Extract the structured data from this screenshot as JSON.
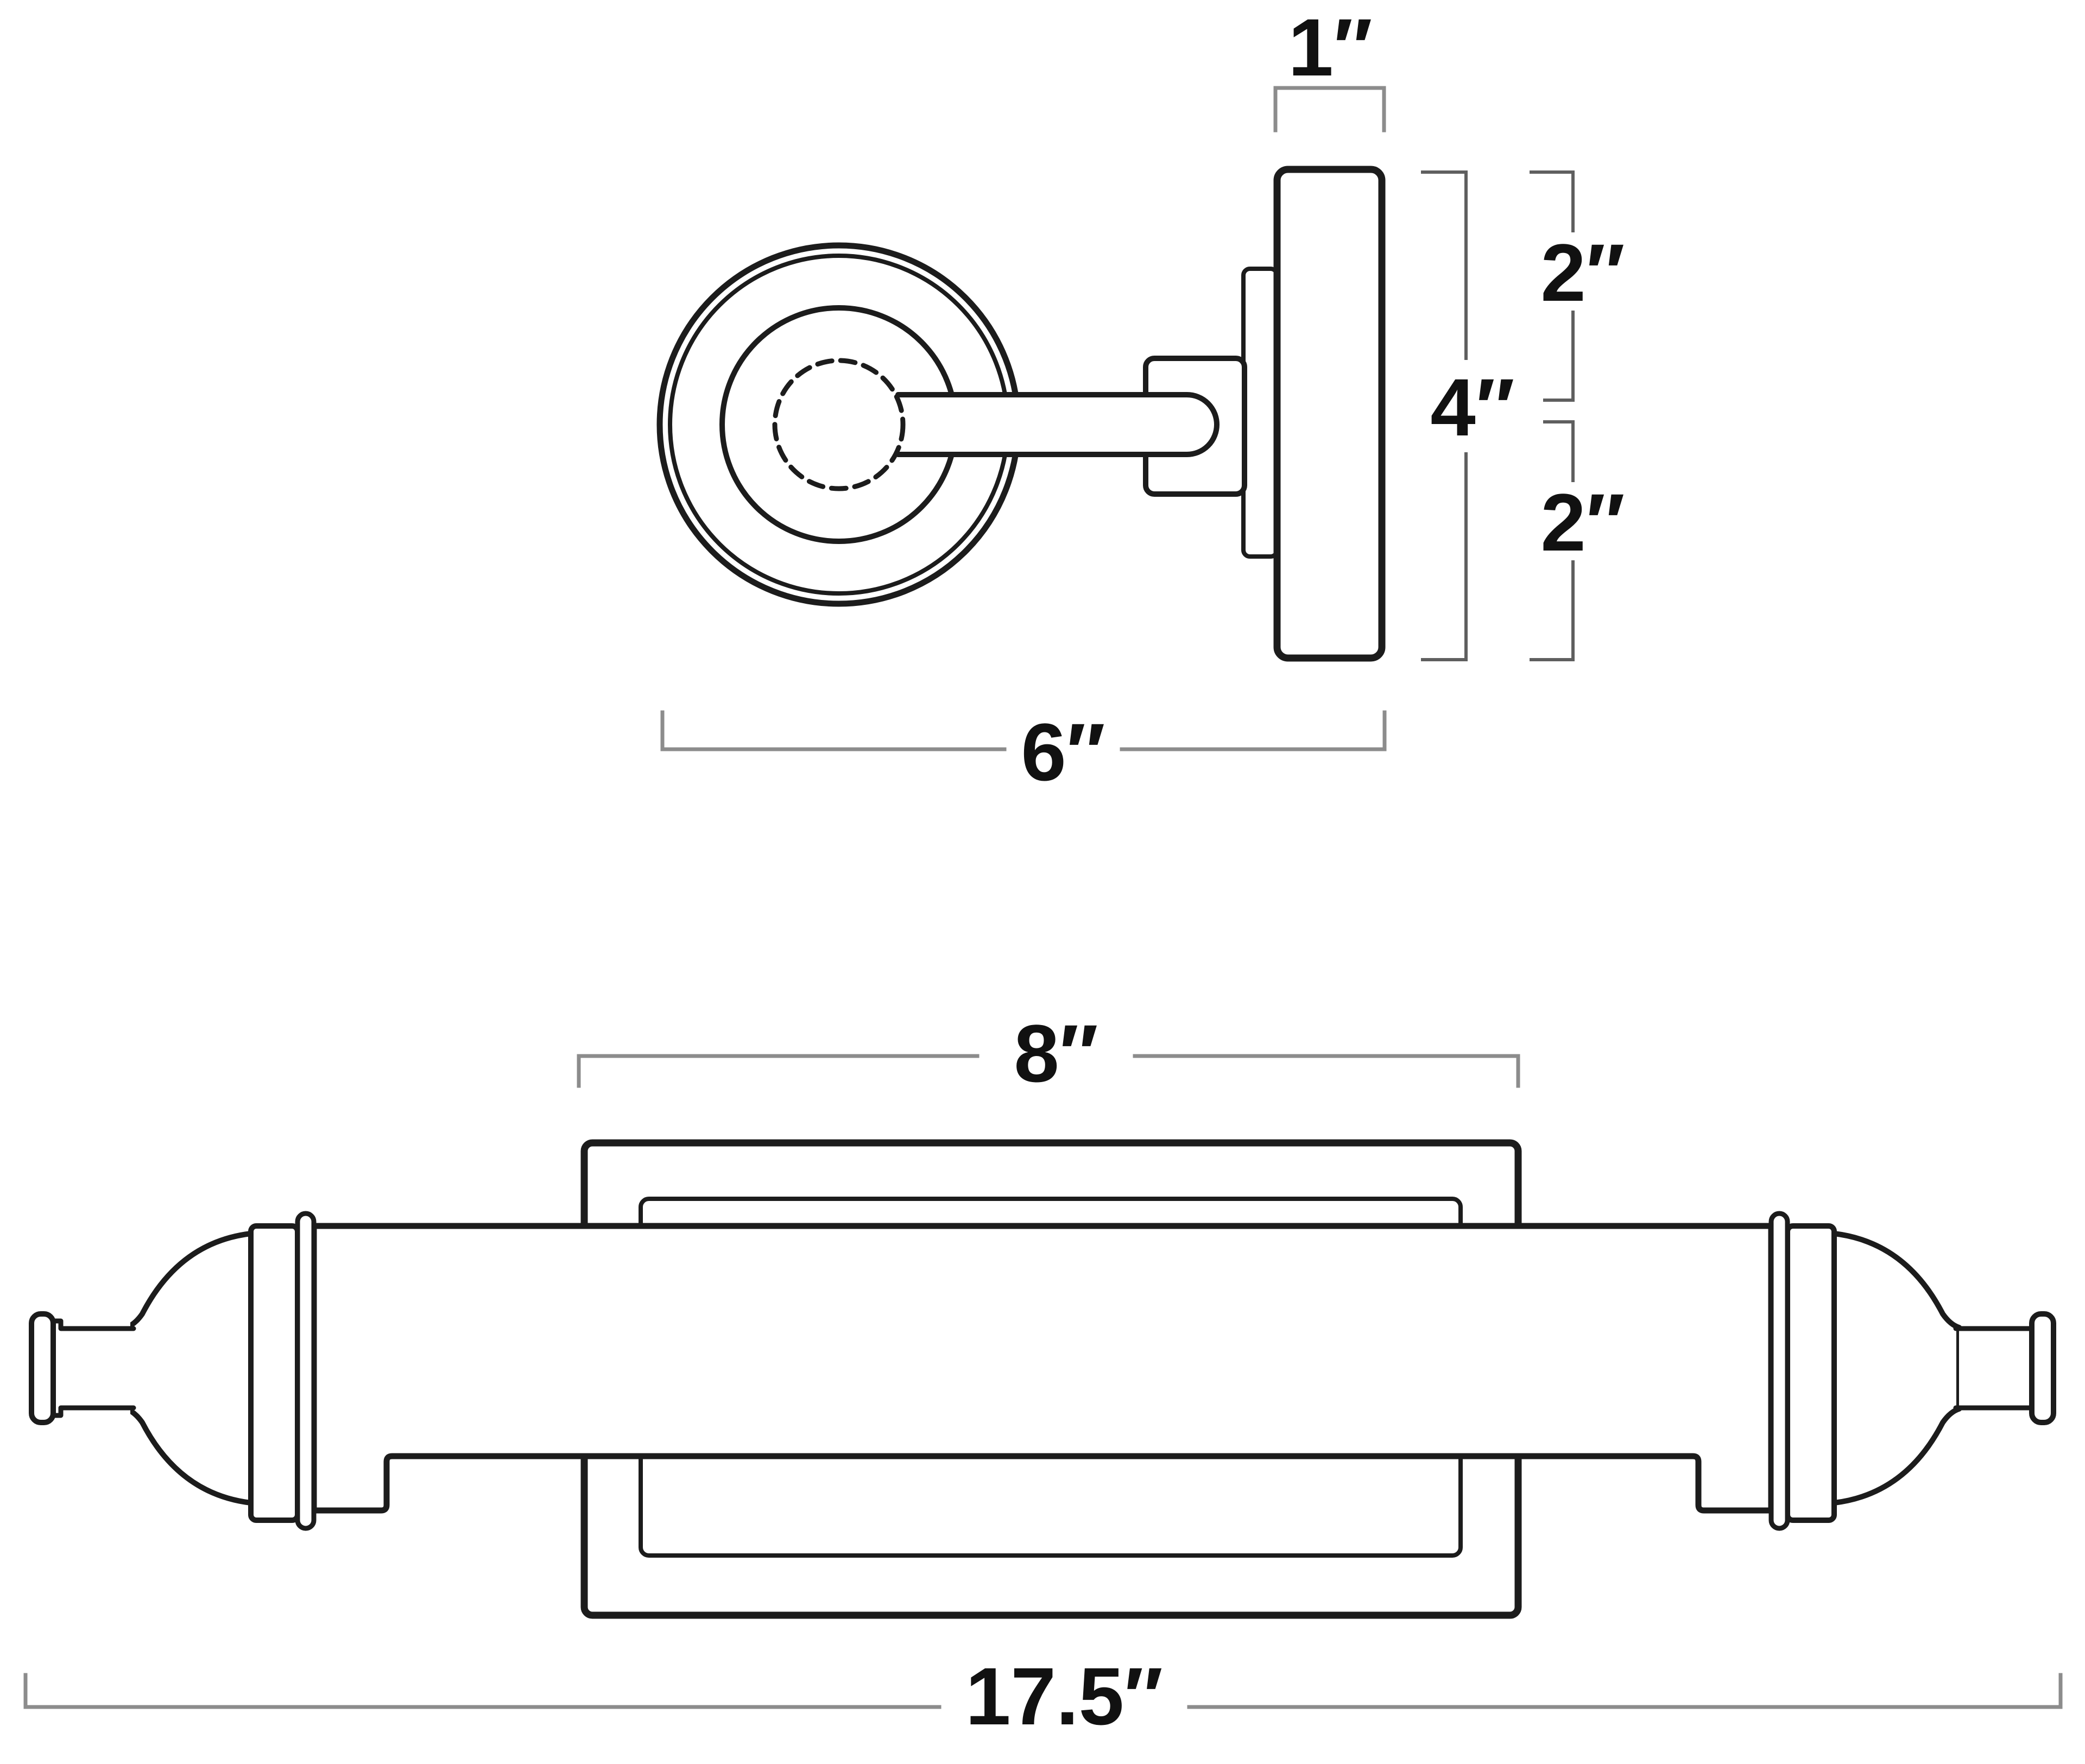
{
  "diagram": {
    "background": "#ffffff",
    "outline_color": "#1c1c1c",
    "dimension_line_color": "#8c8c8c",
    "dimension_bracket_color": "#5f5f5f",
    "label_color": "#111111",
    "views": [
      {
        "id": "side-view",
        "labels": {
          "backplate_depth": "1″",
          "upper_half_height": "2″",
          "overall_height": "4″",
          "lower_half_height": "2″",
          "projection": "6″"
        }
      },
      {
        "id": "front-view",
        "labels": {
          "backplate_width": "8″",
          "overall_width": "17.5″"
        }
      }
    ]
  }
}
